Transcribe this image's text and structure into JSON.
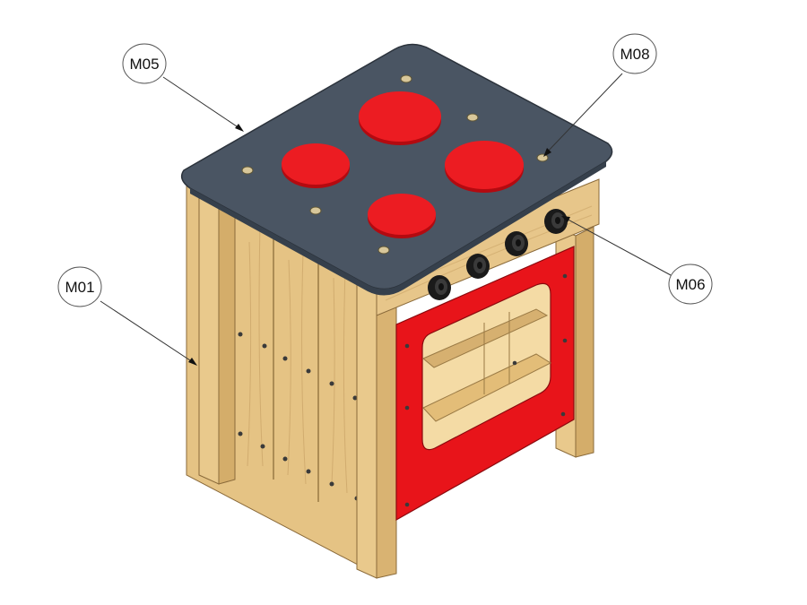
{
  "callouts": [
    {
      "id": "m05",
      "label": "M05"
    },
    {
      "id": "m08",
      "label": "M08"
    },
    {
      "id": "m01",
      "label": "M01"
    },
    {
      "id": "m06",
      "label": "M06"
    }
  ],
  "colors": {
    "wood": "#e8c98a",
    "wood_shade": "#d8b372",
    "wood_edge": "#b89050",
    "top": "#4a5563",
    "top_edge": "#36404c",
    "red": "#e8141a",
    "red_dark": "#b80d12",
    "knob": "#1a1a1a"
  }
}
